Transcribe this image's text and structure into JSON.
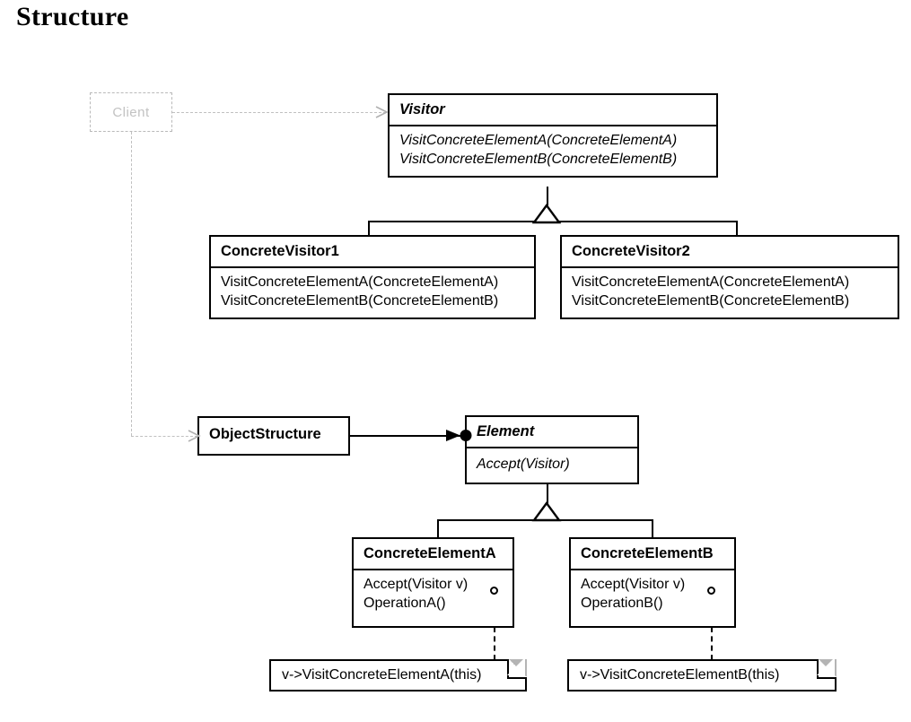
{
  "page": {
    "title": "Structure",
    "diagram_type": "UML class diagram",
    "pattern": "Visitor"
  },
  "colors": {
    "line": "#000000",
    "background": "#ffffff",
    "greyed_out": "#c2c2c2",
    "note_fold_shade": "#b4b4b4"
  },
  "classes": {
    "client": {
      "name": "Client",
      "style": "greyed-out"
    },
    "visitor": {
      "name": "Visitor",
      "abstract": true,
      "operations": [
        "VisitConcreteElementA(ConcreteElementA)",
        "VisitConcreteElementB(ConcreteElementB)"
      ]
    },
    "concrete_visitor_1": {
      "name": "ConcreteVisitor1",
      "abstract": false,
      "operations": [
        "VisitConcreteElementA(ConcreteElementA)",
        "VisitConcreteElementB(ConcreteElementB)"
      ]
    },
    "concrete_visitor_2": {
      "name": "ConcreteVisitor2",
      "abstract": false,
      "operations": [
        "VisitConcreteElementA(ConcreteElementA)",
        "VisitConcreteElementB(ConcreteElementB)"
      ]
    },
    "object_structure": {
      "name": "ObjectStructure",
      "abstract": false,
      "operations": []
    },
    "element": {
      "name": "Element",
      "abstract": true,
      "operations": [
        "Accept(Visitor)"
      ]
    },
    "concrete_element_a": {
      "name": "ConcreteElementA",
      "abstract": false,
      "operations": [
        "Accept(Visitor v)",
        "OperationA()"
      ]
    },
    "concrete_element_b": {
      "name": "ConcreteElementB",
      "abstract": false,
      "operations": [
        "Accept(Visitor v)",
        "OperationB()"
      ]
    }
  },
  "notes": [
    {
      "id": "note-a",
      "text": "v->VisitConcreteElementA(this)",
      "attached_to": "ConcreteElementA.Accept(Visitor v)"
    },
    {
      "id": "note-b",
      "text": "v->VisitConcreteElementB(this)",
      "attached_to": "ConcreteElementB.Accept(Visitor v)"
    }
  ],
  "relationships": [
    {
      "kind": "dependency",
      "from": "Client",
      "to": "Visitor"
    },
    {
      "kind": "dependency",
      "from": "Client",
      "to": "ObjectStructure"
    },
    {
      "kind": "generalization",
      "from": "ConcreteVisitor1",
      "to": "Visitor"
    },
    {
      "kind": "generalization",
      "from": "ConcreteVisitor2",
      "to": "Visitor"
    },
    {
      "kind": "aggregation",
      "from": "ObjectStructure",
      "to": "Element"
    },
    {
      "kind": "generalization",
      "from": "ConcreteElementA",
      "to": "Element"
    },
    {
      "kind": "generalization",
      "from": "ConcreteElementB",
      "to": "Element"
    }
  ]
}
